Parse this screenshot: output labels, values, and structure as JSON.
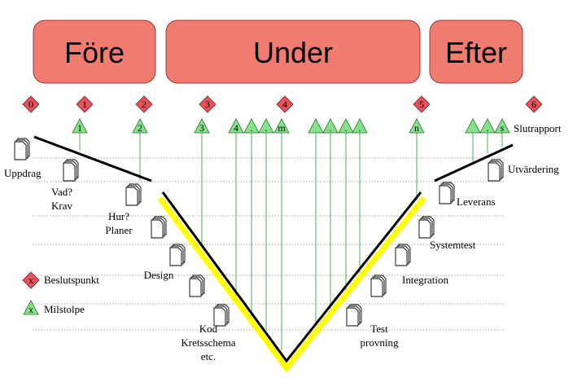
{
  "phases": [
    {
      "label": "Före"
    },
    {
      "label": "Under"
    },
    {
      "label": "Efter"
    }
  ],
  "decision_points": [
    "0",
    "1",
    "2",
    "3",
    "4",
    "5",
    "6"
  ],
  "milestones": [
    "1",
    "2",
    "3",
    "4",
    "",
    "",
    "m",
    "",
    "",
    "",
    "",
    "n",
    "",
    "",
    "s"
  ],
  "documents": {
    "uppdrag": [
      "Uppdrag"
    ],
    "krav": [
      "Vad?",
      "Krav"
    ],
    "planer": [
      "Hur?",
      "Planer"
    ],
    "design": [
      "Design"
    ],
    "kod": [
      "Kod",
      "Kretsschema",
      "etc."
    ],
    "test": [
      "Test",
      "provning"
    ],
    "integration": [
      "Integration"
    ],
    "systemtest": [
      "Systemtest"
    ],
    "leverans": [
      "Leverans"
    ],
    "utvardering": [
      "Utvärdering"
    ],
    "slutrapport": [
      "Slutrapport"
    ]
  },
  "legend": {
    "decision_symbol": "x",
    "decision_label": "Beslutspunkt",
    "milestone_symbol": "x",
    "milestone_label": "Milstolpe"
  },
  "colors": {
    "phase_fill": "#f07b70",
    "diamond_fill": "#e8525a",
    "triangle_fill": "#86e28a",
    "v_highlight": "#ffff00",
    "guide_lines": "#2fa84f"
  }
}
